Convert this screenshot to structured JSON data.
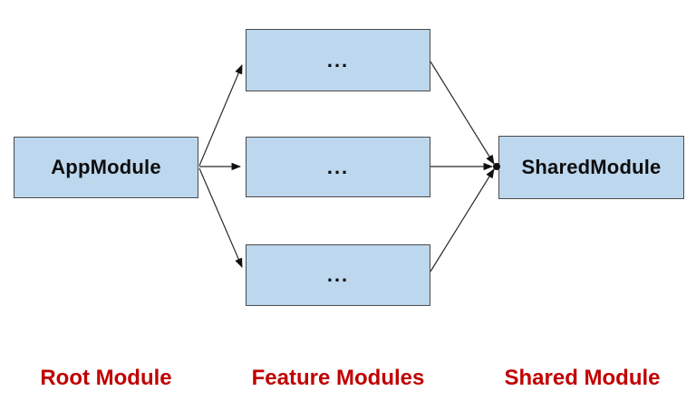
{
  "diagram": {
    "colors": {
      "background": "#ffffff",
      "node_fill": "#bdd7ee",
      "node_border": "#4a4a4a",
      "node_text": "#0d0d0d",
      "arrow": "#2b2b2b",
      "caption_text": "#c00000"
    },
    "nodes": {
      "app": {
        "label": "AppModule"
      },
      "feature_top": {
        "label": "..."
      },
      "feature_middle": {
        "label": "..."
      },
      "feature_bottom": {
        "label": "..."
      },
      "shared": {
        "label": "SharedModule"
      }
    },
    "captions": {
      "root": "Root Module",
      "feature": "Feature Modules",
      "shared": "Shared Module"
    },
    "edges": [
      {
        "from": "app",
        "to": "feature_top"
      },
      {
        "from": "app",
        "to": "feature_middle"
      },
      {
        "from": "app",
        "to": "feature_bottom"
      },
      {
        "from": "feature_top",
        "to": "shared"
      },
      {
        "from": "feature_middle",
        "to": "shared"
      },
      {
        "from": "feature_bottom",
        "to": "shared"
      }
    ]
  }
}
